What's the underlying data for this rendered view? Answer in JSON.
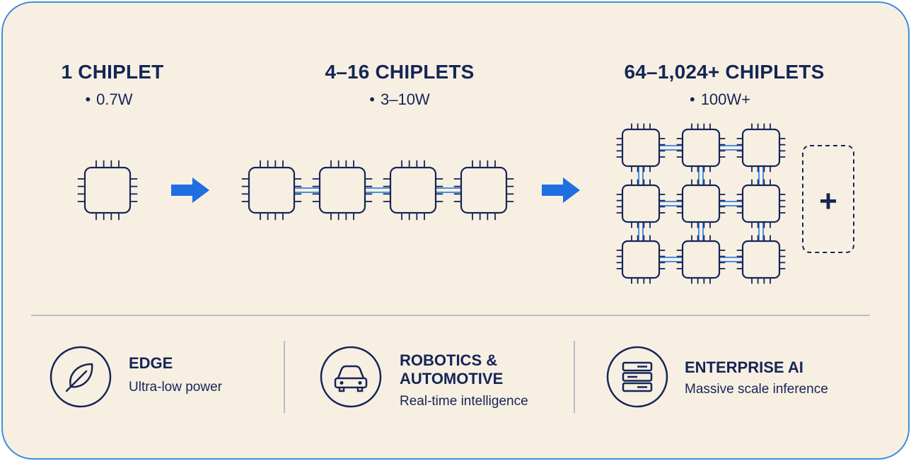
{
  "stages": [
    {
      "title": "1 CHIPLET",
      "power": "0.7W"
    },
    {
      "title": "4–16 CHIPLETS",
      "power": "3–10W"
    },
    {
      "title": "64–1,024+ CHIPLETS",
      "power": "100W+"
    }
  ],
  "bullet": "•",
  "expand_symbol": "+",
  "use_cases": [
    {
      "title_line1": "EDGE",
      "title_line2": "",
      "subtitle": "Ultra-low power",
      "icon": "leaf-icon"
    },
    {
      "title_line1": "ROBOTICS &",
      "title_line2": "AUTOMOTIVE",
      "subtitle": "Real-time intelligence",
      "icon": "car-icon"
    },
    {
      "title_line1": "ENTERPRISE AI",
      "title_line2": "",
      "subtitle": "Massive scale inference",
      "icon": "server-icon"
    }
  ],
  "colors": {
    "background": "#f8efe3",
    "border": "#3c8dde",
    "ink": "#142656",
    "arrow": "#1f6fe0",
    "connector": "#4a90e2",
    "divider": "#b7bcc7"
  }
}
